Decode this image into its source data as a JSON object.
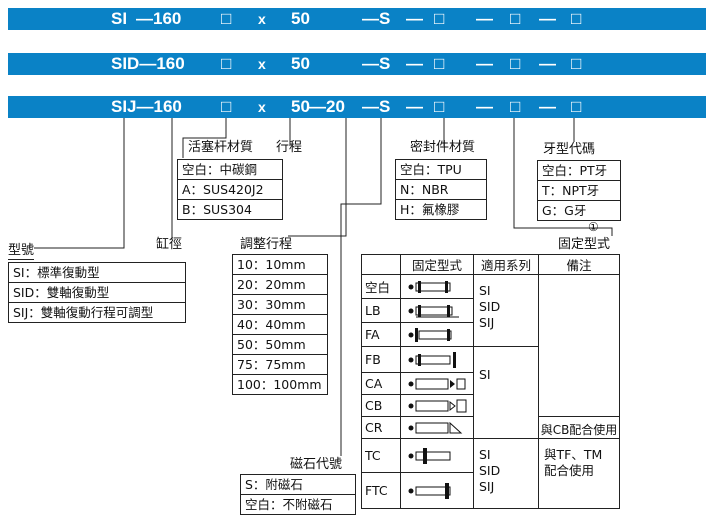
{
  "bands": [
    [
      "SI",
      "—160",
      "□",
      "x",
      "50",
      "—S",
      "—",
      "□",
      "—",
      "□",
      "—",
      "□"
    ],
    [
      "SID—160",
      "□",
      "x",
      "50",
      "—S",
      "—",
      "□",
      "—",
      "□",
      "—",
      "□"
    ],
    [
      "SIJ—160",
      "□",
      "x",
      "50",
      "—20",
      "—S",
      "—",
      "□",
      "—",
      "□",
      "—",
      "□"
    ]
  ],
  "rod_material": {
    "title": "活塞杆材質",
    "rows": [
      "空白：中碳鋼",
      "A：SUS420J2",
      "B：SUS304"
    ]
  },
  "stroke": {
    "title": "行程"
  },
  "seal": {
    "title": "密封件材質",
    "rows": [
      "空白：TPU",
      "N：NBR",
      "H：氟橡膠"
    ]
  },
  "thread": {
    "title": "牙型代碼",
    "rows": [
      "空白：PT牙",
      "T：NPT牙",
      "G：G牙"
    ]
  },
  "mount_label": {
    "number": "①",
    "title": "固定型式"
  },
  "model": {
    "title": "型號",
    "rows": [
      "SI：標準復動型",
      "SID：雙軸復動型",
      "SIJ：雙軸復動行程可調型"
    ]
  },
  "bore": {
    "title": "缸徑"
  },
  "adjust": {
    "title": "調整行程",
    "rows": [
      "10：10mm",
      "20：20mm",
      "30：30mm",
      "40：40mm",
      "50：50mm",
      "75：75mm",
      "100：100mm"
    ]
  },
  "magnet": {
    "title": "磁石代號",
    "rows": [
      "S：附磁石",
      "空白：不附磁石"
    ]
  },
  "mount_table": {
    "headers": [
      "固定型式",
      "適用系列",
      "備注"
    ],
    "codes": [
      "空白",
      "LB",
      "FA",
      "FB",
      "CA",
      "CB",
      "CR",
      "TC",
      "FTC"
    ],
    "series_a": [
      "SI",
      "SID",
      "SIJ"
    ],
    "series_b": "SI",
    "series_c": [
      "SI",
      "SID",
      "SIJ"
    ],
    "note_cr": "與CB配合使用",
    "note_tc": [
      "與TF、TM",
      "配合使用"
    ]
  }
}
